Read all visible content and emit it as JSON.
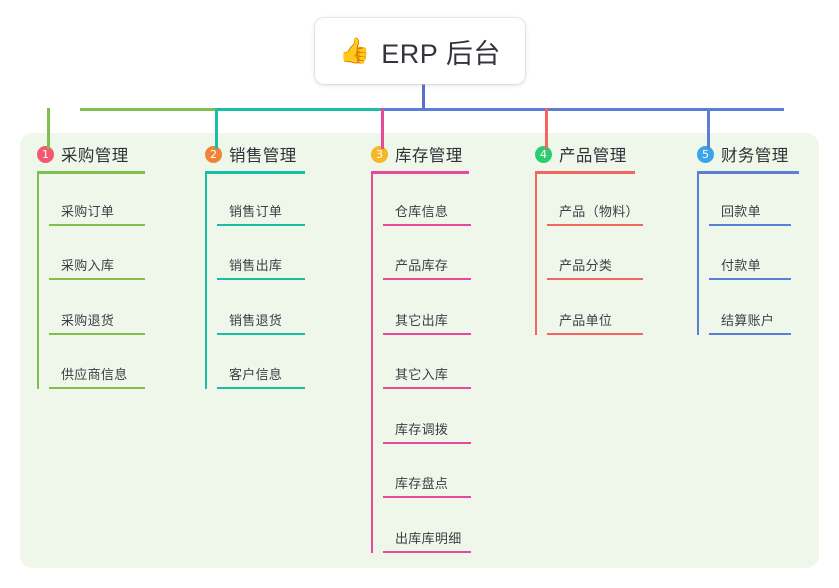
{
  "root": {
    "icon": "thumbs-up-emoji",
    "icon_glyph": "👍",
    "title": "ERP 后台",
    "stem_color": "#5b6fd0"
  },
  "panel": {
    "background": "#eef7ea"
  },
  "columns": [
    {
      "number": "1",
      "title": "采购管理",
      "line_color": "#7fbf4d",
      "badge_color": "#f2596e",
      "items": [
        {
          "label": "采购订单"
        },
        {
          "label": "采购入库"
        },
        {
          "label": "采购退货"
        },
        {
          "label": "供应商信息"
        }
      ]
    },
    {
      "number": "2",
      "title": "销售管理",
      "line_color": "#18bfa5",
      "badge_color": "#f08336",
      "items": [
        {
          "label": "销售订单"
        },
        {
          "label": "销售出库"
        },
        {
          "label": "销售退货"
        },
        {
          "label": "客户信息"
        }
      ]
    },
    {
      "number": "3",
      "title": "库存管理",
      "line_color": "#e8499a",
      "badge_color": "#f5b827",
      "items": [
        {
          "label": "仓库信息"
        },
        {
          "label": "产品库存"
        },
        {
          "label": "其它出库"
        },
        {
          "label": "其它入库"
        },
        {
          "label": "库存调拨"
        },
        {
          "label": "库存盘点"
        },
        {
          "label": "出库库明细"
        }
      ]
    },
    {
      "number": "4",
      "title": "产品管理",
      "line_color": "#f4655f",
      "badge_color": "#2ecc71",
      "items": [
        {
          "label": "产品（物料）"
        },
        {
          "label": "产品分类"
        },
        {
          "label": "产品单位"
        }
      ]
    },
    {
      "number": "5",
      "title": "财务管理",
      "line_color": "#5b7fd4",
      "badge_color": "#3aa5e8",
      "items": [
        {
          "label": "回款单"
        },
        {
          "label": "付款单"
        },
        {
          "label": "结算账户"
        }
      ]
    }
  ]
}
